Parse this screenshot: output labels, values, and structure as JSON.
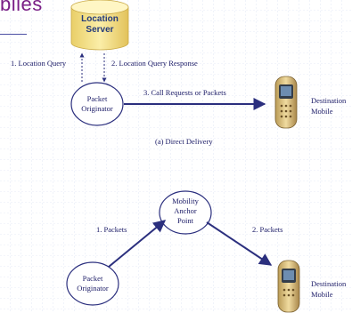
{
  "title": "biles",
  "server": {
    "line1": "Location",
    "line2": "Server"
  },
  "top": {
    "query_label": "1. Location Query",
    "response_label": "2.  Location Query Response",
    "originator": {
      "line1": "Packet",
      "line2": "Originator"
    },
    "call_label": "3. Call Requests or Packets",
    "destination": {
      "line1": "Destination",
      "line2": "Mobile"
    },
    "caption": "(a) Direct Delivery"
  },
  "bottom": {
    "anchor": {
      "line1": "Mobility",
      "line2": "Anchor",
      "line3": "Point"
    },
    "packets1_label": "1. Packets",
    "packets2_label": "2. Packets",
    "originator": {
      "line1": "Packet",
      "line2": "Originator"
    },
    "destination": {
      "line1": "Destination",
      "line2": "Mobile"
    }
  },
  "colors": {
    "title": "#7a1f86",
    "text": "#1a1a66",
    "arrow": "#2b2f7e",
    "server": "#f2df8a"
  },
  "icons": [
    "cylinder-server-icon",
    "mobile-phone-icon"
  ]
}
